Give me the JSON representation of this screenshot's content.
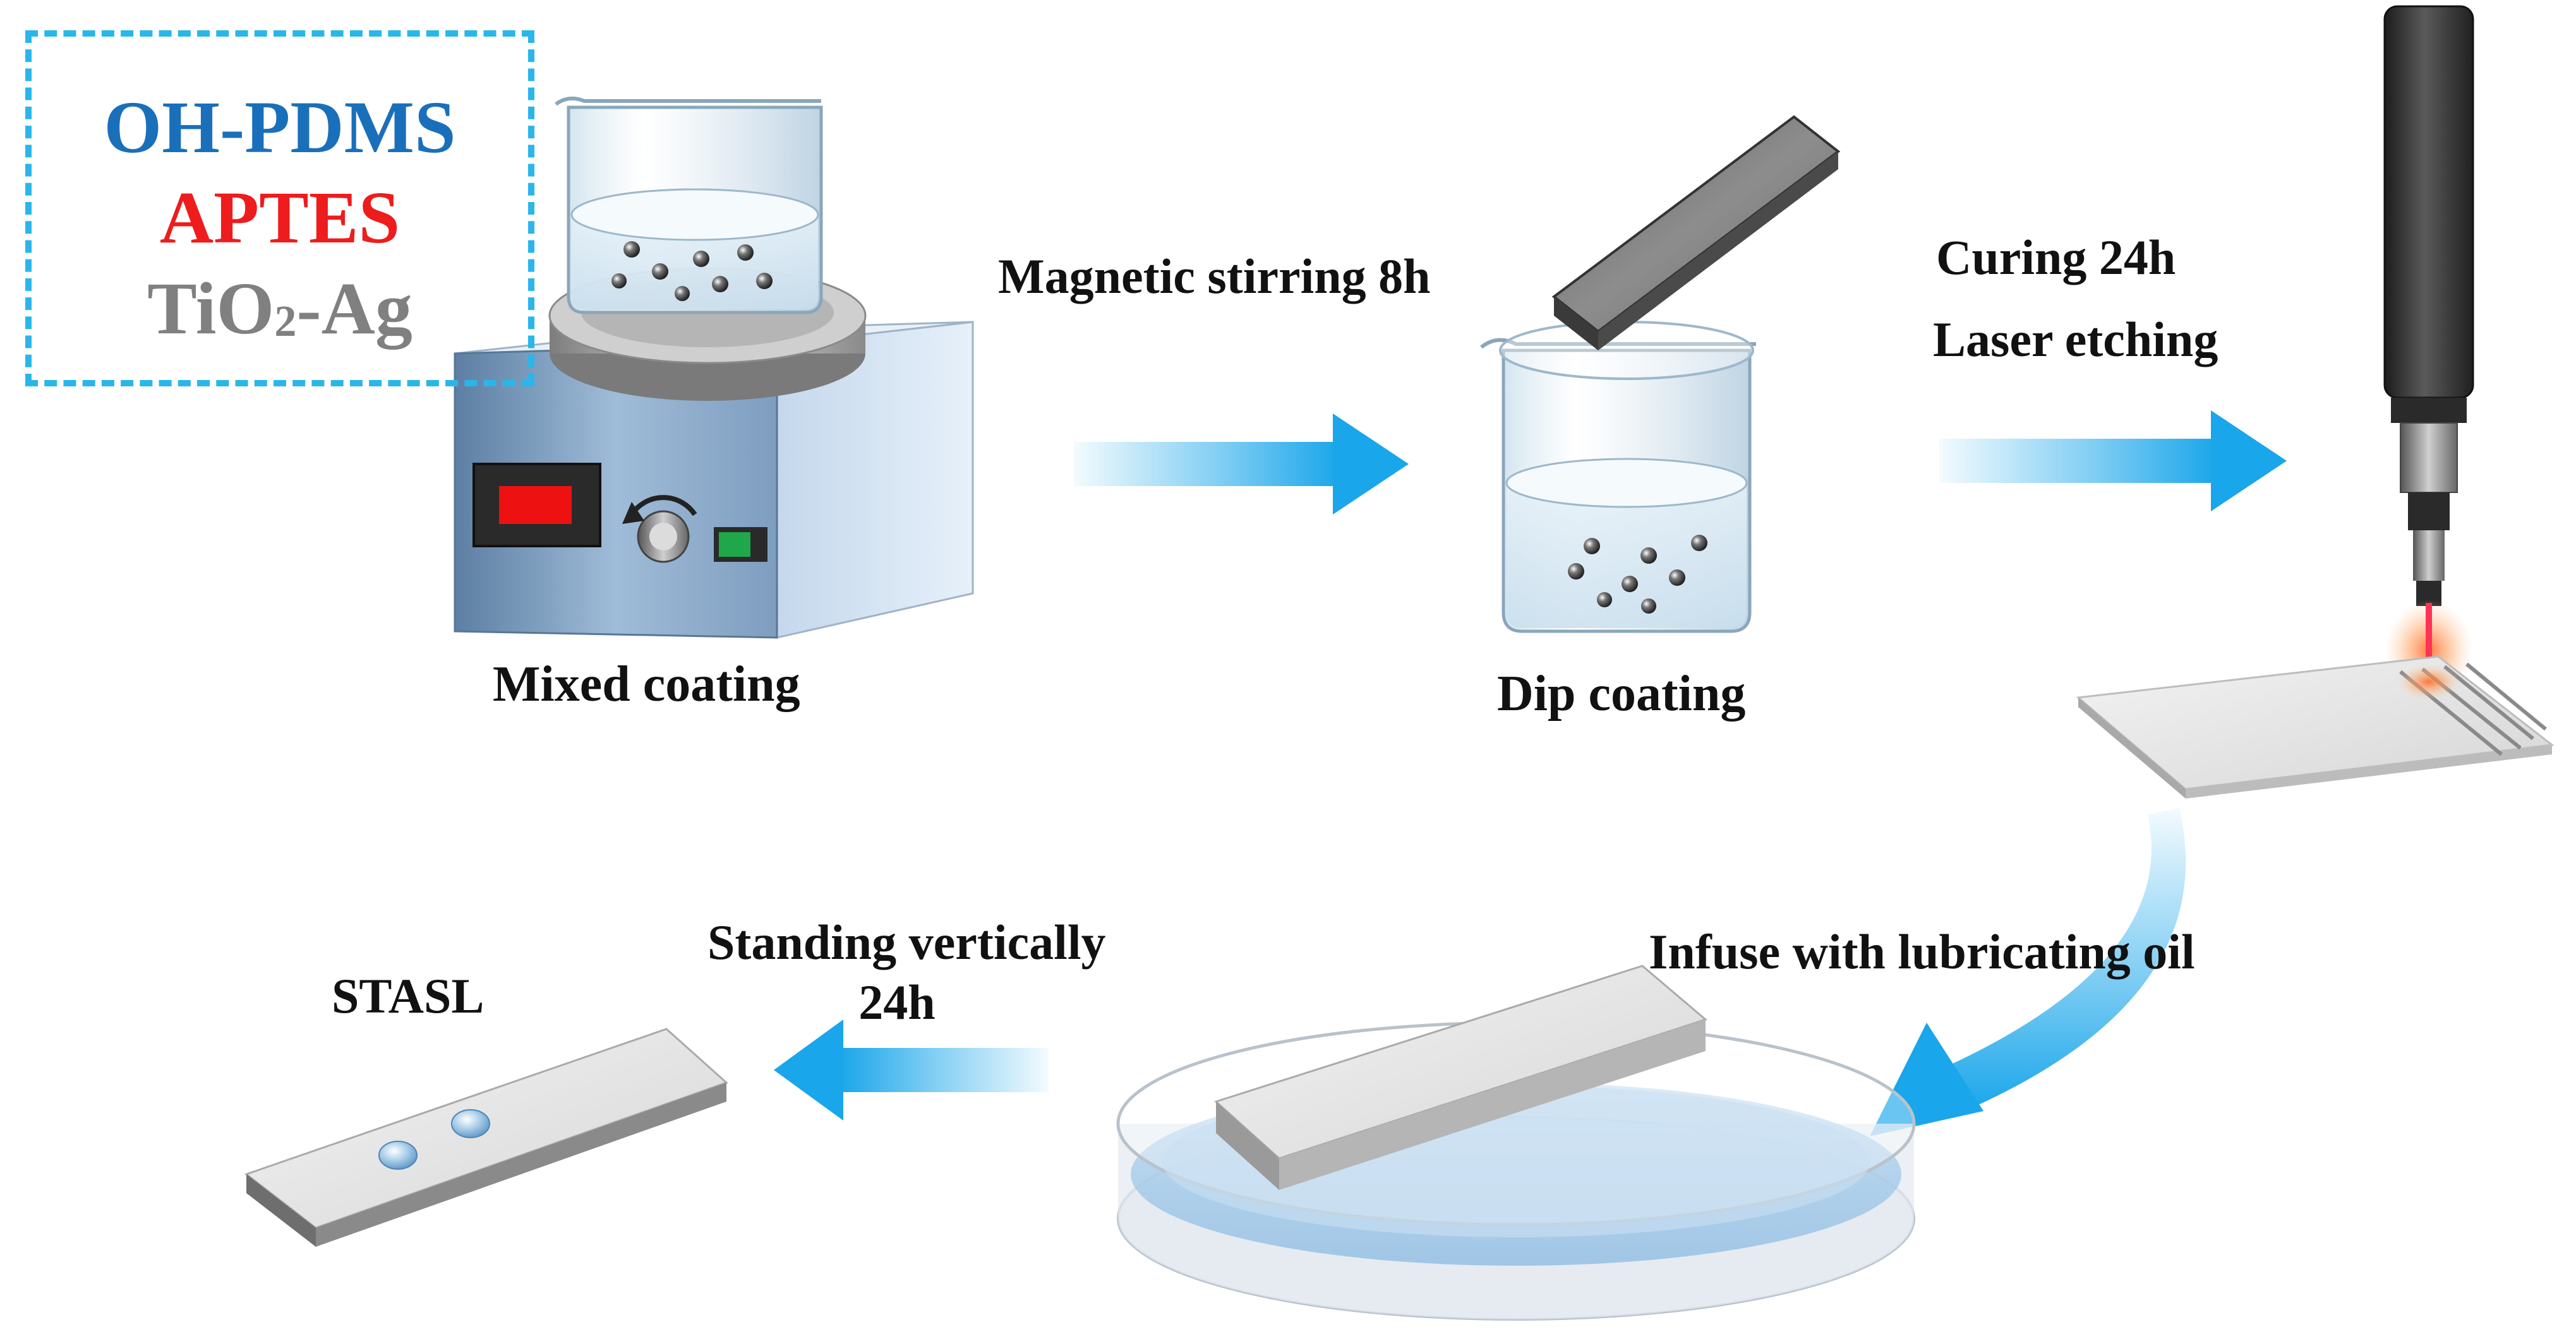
{
  "ingredients": {
    "line1": "OH-PDMS",
    "line2": "APTES",
    "line3_main": "TiO",
    "line3_sub": "2",
    "line3_tail": "-Ag",
    "colors": {
      "line1": "#1a6fba",
      "line2": "#ee1c1c",
      "line3": "#808080",
      "border": "#29b6ea"
    }
  },
  "steps": {
    "mixed_coating": "Mixed coating",
    "dip_coating": "Dip coating",
    "magnetic_stirring": "Magnetic stirring 8h",
    "curing": "Curing 24h",
    "laser_etching": "Laser etching",
    "infuse": "Infuse with lubricating oil",
    "standing_line1": "Standing vertically",
    "standing_line2": "24h",
    "product": "STASL"
  },
  "colors": {
    "arrow": "#1aa6ea",
    "display_red": "#ee1111",
    "switch_green": "#1fa84a",
    "laser": "#ff3355"
  }
}
